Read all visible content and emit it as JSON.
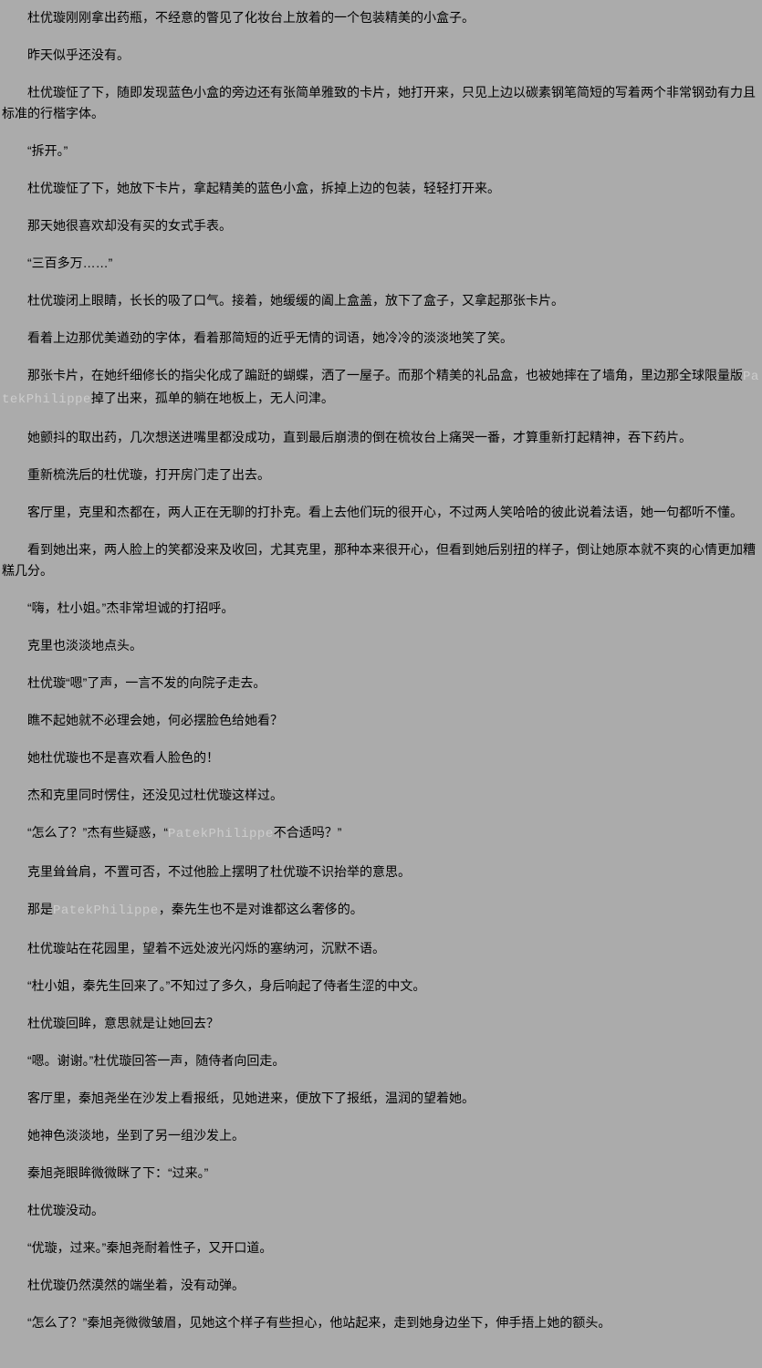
{
  "page": {
    "background_color": "#ABABAB",
    "text_color": "#000000",
    "brand_color": "#CDCDCD"
  },
  "content": {
    "paragraphs": [
      {
        "segments": [
          {
            "text": "杜优璇刚刚拿出药瓶，不经意的瞥见了化妆台上放着的一个包装精美的小盒子。"
          }
        ]
      },
      {
        "segments": [
          {
            "text": "昨天似乎还没有。"
          }
        ]
      },
      {
        "segments": [
          {
            "text": "杜优璇怔了下，随即发现蓝色小盒的旁边还有张简单雅致的卡片，她打开来，只见上边以碳素钢笔简短的写着两个非常钢劲有力且标准的行楷字体。"
          }
        ]
      },
      {
        "segments": [
          {
            "text": "“拆开。”"
          }
        ]
      },
      {
        "segments": [
          {
            "text": "杜优璇怔了下，她放下卡片，拿起精美的蓝色小盒，拆掉上边的包装，轻轻打开来。"
          }
        ]
      },
      {
        "segments": [
          {
            "text": "那天她很喜欢却没有买的女式手表。"
          }
        ]
      },
      {
        "segments": [
          {
            "text": "“三百多万……”"
          }
        ]
      },
      {
        "segments": [
          {
            "text": "杜优璇闭上眼睛，长长的吸了口气。接着，她缓缓的阖上盒盖，放下了盒子，又拿起那张卡片。"
          }
        ]
      },
      {
        "segments": [
          {
            "text": "看着上边那优美遒劲的字体，看着那简短的近乎无情的词语，她冷冷的淡淡地笑了笑。"
          }
        ]
      },
      {
        "segments": [
          {
            "text": "那张卡片，在她纤细修长的指尖化成了蹁跹的蝴蝶，洒了一屋子。而那个精美的礼品盒，也被她摔在了墙角，里边那全球限量版"
          },
          {
            "text": "PatekPhilippe",
            "brand": true
          },
          {
            "text": "掉了出来，孤单的躺在地板上，无人问津。"
          }
        ]
      },
      {
        "segments": [
          {
            "text": "她颤抖的取出药，几次想送进嘴里都没成功，直到最后崩溃的倒在梳妆台上痛哭一番，才算重新打起精神，吞下药片。"
          }
        ]
      },
      {
        "segments": [
          {
            "text": "重新梳洗后的杜优璇，打开房门走了出去。"
          }
        ]
      },
      {
        "segments": [
          {
            "text": "客厅里，克里和杰都在，两人正在无聊的打扑克。看上去他们玩的很开心，不过两人笑哈哈的彼此说着法语，她一句都听不懂。"
          }
        ]
      },
      {
        "segments": [
          {
            "text": "看到她出来，两人脸上的笑都没来及收回，尤其克里，那种本来很开心，但看到她后别扭的样子，倒让她原本就不爽的心情更加糟糕几分。"
          }
        ]
      },
      {
        "segments": [
          {
            "text": "“嗨，杜小姐。”杰非常坦诚的打招呼。"
          }
        ]
      },
      {
        "segments": [
          {
            "text": "克里也淡淡地点头。"
          }
        ]
      },
      {
        "segments": [
          {
            "text": "杜优璇“嗯”了声，一言不发的向院子走去。"
          }
        ]
      },
      {
        "segments": [
          {
            "text": "瞧不起她就不必理会她，何必摆脸色给她看？"
          }
        ]
      },
      {
        "segments": [
          {
            "text": "她杜优璇也不是喜欢看人脸色的！"
          }
        ]
      },
      {
        "segments": [
          {
            "text": "杰和克里同时愣住，还没见过杜优璇这样过。"
          }
        ]
      },
      {
        "segments": [
          {
            "text": "“怎么了？”杰有些疑惑，“"
          },
          {
            "text": "PatekPhilippe",
            "brand": true
          },
          {
            "text": "不合适吗？”"
          }
        ]
      },
      {
        "segments": [
          {
            "text": "克里耸耸肩，不置可否，不过他脸上摆明了杜优璇不识抬举的意思。"
          }
        ]
      },
      {
        "segments": [
          {
            "text": "那是"
          },
          {
            "text": "PatekPhilippe",
            "brand": true
          },
          {
            "text": "，秦先生也不是对谁都这么奢侈的。"
          }
        ]
      },
      {
        "segments": [
          {
            "text": "杜优璇站在花园里，望着不远处波光闪烁的塞纳河，沉默不语。"
          }
        ]
      },
      {
        "segments": [
          {
            "text": "“杜小姐，秦先生回来了。”不知过了多久，身后响起了侍者生涩的中文。"
          }
        ]
      },
      {
        "segments": [
          {
            "text": "杜优璇回眸，意思就是让她回去？"
          }
        ]
      },
      {
        "segments": [
          {
            "text": "“嗯。谢谢。”杜优璇回答一声，随侍者向回走。"
          }
        ]
      },
      {
        "segments": [
          {
            "text": "客厅里，秦旭尧坐在沙发上看报纸，见她进来，便放下了报纸，温润的望着她。"
          }
        ]
      },
      {
        "segments": [
          {
            "text": "她神色淡淡地，坐到了另一组沙发上。"
          }
        ]
      },
      {
        "segments": [
          {
            "text": "秦旭尧眼眸微微眯了下：“过来。”"
          }
        ]
      },
      {
        "segments": [
          {
            "text": "杜优璇没动。"
          }
        ]
      },
      {
        "segments": [
          {
            "text": "“优璇，过来。”秦旭尧耐着性子，又开口道。"
          }
        ]
      },
      {
        "segments": [
          {
            "text": "杜优璇仍然漠然的端坐着，没有动弹。"
          }
        ]
      },
      {
        "segments": [
          {
            "text": "“怎么了？”秦旭尧微微皱眉，见她这个样子有些担心，他站起来，走到她身边坐下，伸手捂上她的额头。"
          }
        ]
      }
    ]
  }
}
